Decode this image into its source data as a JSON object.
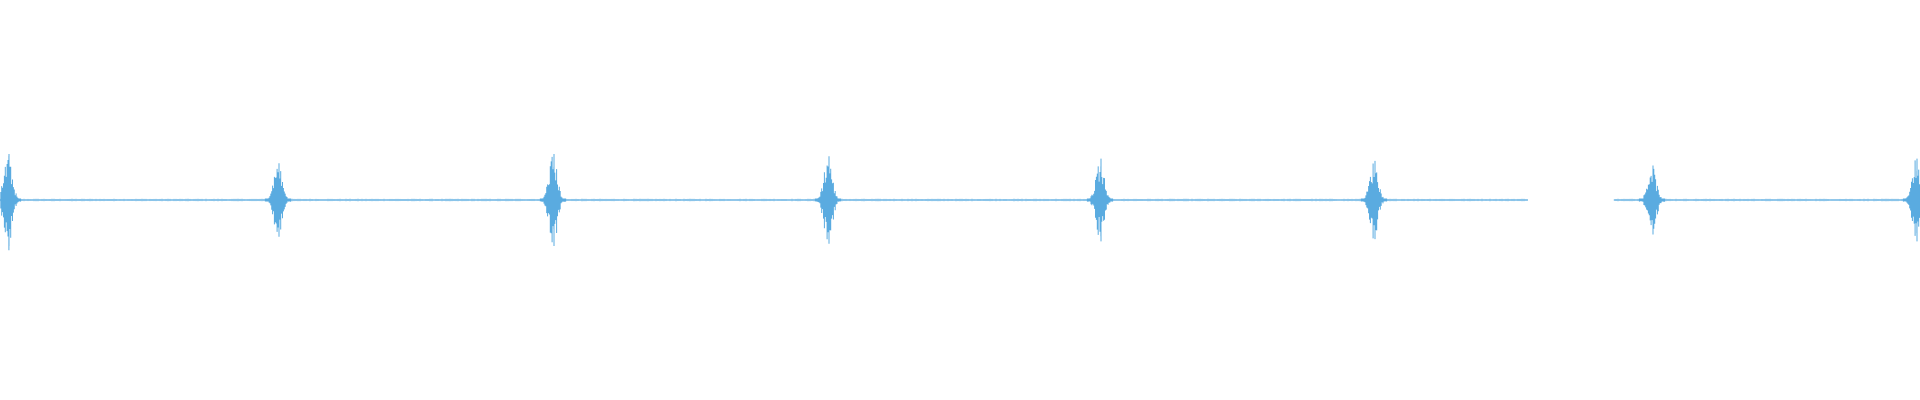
{
  "waveform": {
    "color": "#5aabe0",
    "baseline_color": "#5aabe0",
    "description_labels": [],
    "bursts": [
      {
        "id": "burst-1",
        "relative_peak": 1.0
      },
      {
        "id": "burst-2",
        "relative_peak": 0.8
      },
      {
        "id": "burst-3",
        "relative_peak": 1.0
      },
      {
        "id": "burst-4",
        "relative_peak": 0.95
      },
      {
        "id": "burst-5",
        "relative_peak": 0.9
      },
      {
        "id": "burst-6",
        "relative_peak": 0.85
      },
      {
        "id": "burst-7",
        "relative_peak": 0.75
      },
      {
        "id": "burst-8",
        "relative_peak": 0.9
      }
    ],
    "gap": {
      "present": true
    }
  }
}
